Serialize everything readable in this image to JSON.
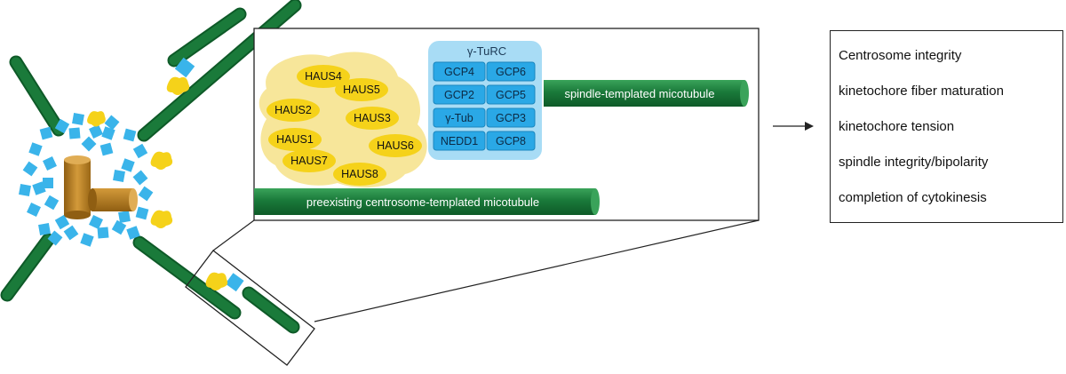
{
  "colors": {
    "microtubule": "#1a7a3a",
    "microtubule_dark": "#0e5a28",
    "microtubule_light": "#3aa35a",
    "centriole": "#c48a2c",
    "augmin_blob": "#f7e69a",
    "haus_subunit": "#f5d21a",
    "gturc_backdrop": "#a8dcf5",
    "gcp_box": "#2aa8e6",
    "pcm_square": "#3ab4ea",
    "outline": "#222222"
  },
  "icons": {
    "centriole": "centriole-cylinder-icon",
    "pcm": "pcm-square-icon",
    "augmin": "augmin-blob-icon",
    "gturc": "gamma-turc-square-icon",
    "arrow": "right-arrow-icon"
  },
  "complex": {
    "gturc_title": "γ-TuRC",
    "haus": [
      "HAUS4",
      "HAUS5",
      "HAUS2",
      "HAUS3",
      "HAUS1",
      "HAUS6",
      "HAUS7",
      "HAUS8"
    ],
    "gcp_grid": [
      [
        "GCP4",
        "GCP6"
      ],
      [
        "GCP2",
        "GCP5"
      ],
      [
        "γ-Tub",
        "GCP3"
      ],
      [
        "NEDD1",
        "GCP8"
      ]
    ],
    "spindle_mt_label": "spindle-templated micotubule",
    "preexisting_mt_label": "preexisting centrosome-templated micotubule"
  },
  "outcomes": [
    "Centrosome integrity",
    "kinetochore fiber maturation",
    "kinetochore tension",
    "spindle integrity/bipolarity",
    "completion of cytokinesis"
  ]
}
